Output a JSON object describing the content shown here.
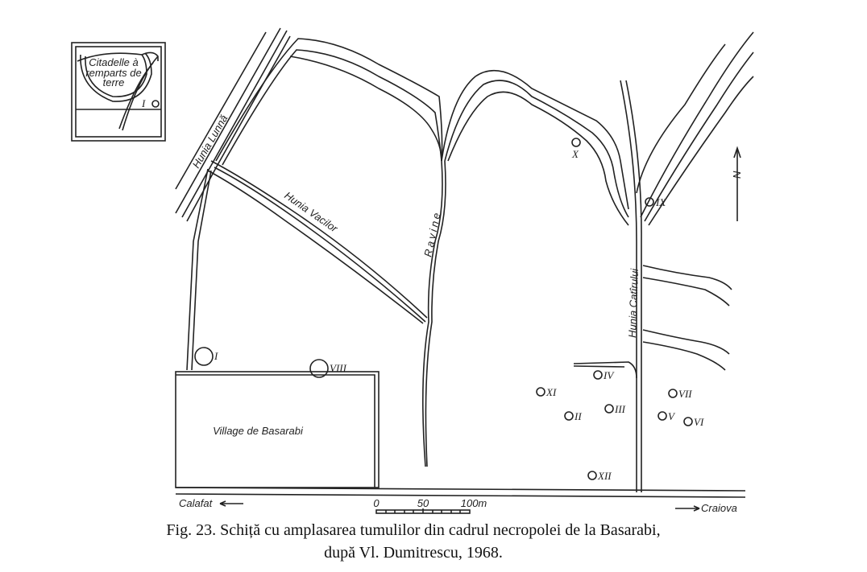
{
  "inset": {
    "label_lines": [
      "Citadelle à",
      "remparts de",
      "terre"
    ],
    "tumulus": "I"
  },
  "streams": {
    "hunia_lunna": "Hunia Lunnă",
    "hunia_vacilor": "Hunia Vacilor",
    "ravine": "Ravine",
    "hunia_catirului": "Hunia Catîrului"
  },
  "village": "Village de Basarabi",
  "north": "N",
  "directions": {
    "west": "Calafat",
    "east": "Craiova"
  },
  "scale": {
    "ticks": [
      "0",
      "50",
      "100m"
    ]
  },
  "tumuli": [
    "I",
    "II",
    "III",
    "IV",
    "V",
    "VI",
    "VII",
    "VIII",
    "IX",
    "X",
    "XI",
    "XII"
  ],
  "caption": {
    "line1": "Fig. 23. Schiță cu amplasarea tumulilor din cadrul necropolei de la Basarabi,",
    "line2": "după Vl. Dumitrescu, 1968."
  }
}
